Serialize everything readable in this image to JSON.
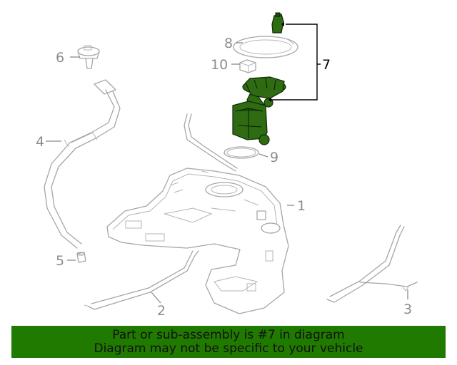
{
  "diagram": {
    "callouts": [
      {
        "id": "c1",
        "text": "1",
        "icon": "fuel-tank"
      },
      {
        "id": "c2",
        "text": "2",
        "icon": "tank-strap"
      },
      {
        "id": "c3",
        "text": "3",
        "icon": "tank-strap"
      },
      {
        "id": "c4",
        "text": "4",
        "icon": "filler-pipe"
      },
      {
        "id": "c5",
        "text": "5",
        "icon": "plug"
      },
      {
        "id": "c6",
        "text": "6",
        "icon": "vent-valve"
      },
      {
        "id": "c7",
        "text": "7",
        "icon": "fuel-pump-assembly"
      },
      {
        "id": "c8",
        "text": "8",
        "icon": "lock-ring"
      },
      {
        "id": "c9",
        "text": "9",
        "icon": "seal"
      },
      {
        "id": "c10",
        "text": "10",
        "icon": "retainer-clip"
      }
    ],
    "highlight_color": "#2e6b12"
  },
  "banner": {
    "line1": "Part or sub-assembly is #7 in diagram",
    "line2": "Diagram may not be specific to your vehicle",
    "background": "#217a00"
  }
}
